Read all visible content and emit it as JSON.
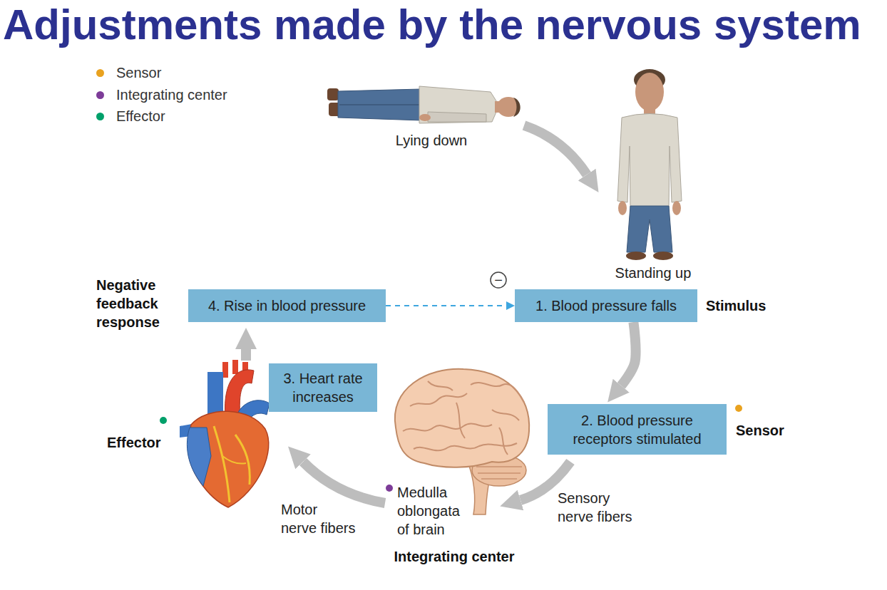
{
  "diagram": {
    "title": "Adjustments made by the nervous system",
    "nodes": [
      {
        "text": [
          "4. Rise in blood pressure",
          "Negative feedback response"
        ]
      },
      {
        "text": [
          "1. Blood pressure falls",
          "Stimulus"
        ]
      },
      {
        "text": [
          "3. Heart rate increases"
        ]
      },
      {
        "text": [
          "2. Blood pressure receptors stimulated",
          "Sensor"
        ]
      }
    ],
    "edges": [
      {
        "from": 0,
        "to": 1,
        "arrow": "to"
      },
      {
        "from": 1,
        "to": 3,
        "arrow": "to"
      }
    ],
    "labels": [
      "Lying down",
      "Standing up",
      "−",
      "Effector",
      "Motor nerve fibers",
      "Medulla oblongata of brain",
      "Sensory nerve fibers",
      "Integrating center"
    ],
    "legend": [
      {
        "text": "Sensor",
        "color": "#e9a21f"
      },
      {
        "text": "Integrating center",
        "color": "#7d3c98"
      },
      {
        "text": "Effector",
        "color": "#00a06a"
      }
    ]
  }
}
